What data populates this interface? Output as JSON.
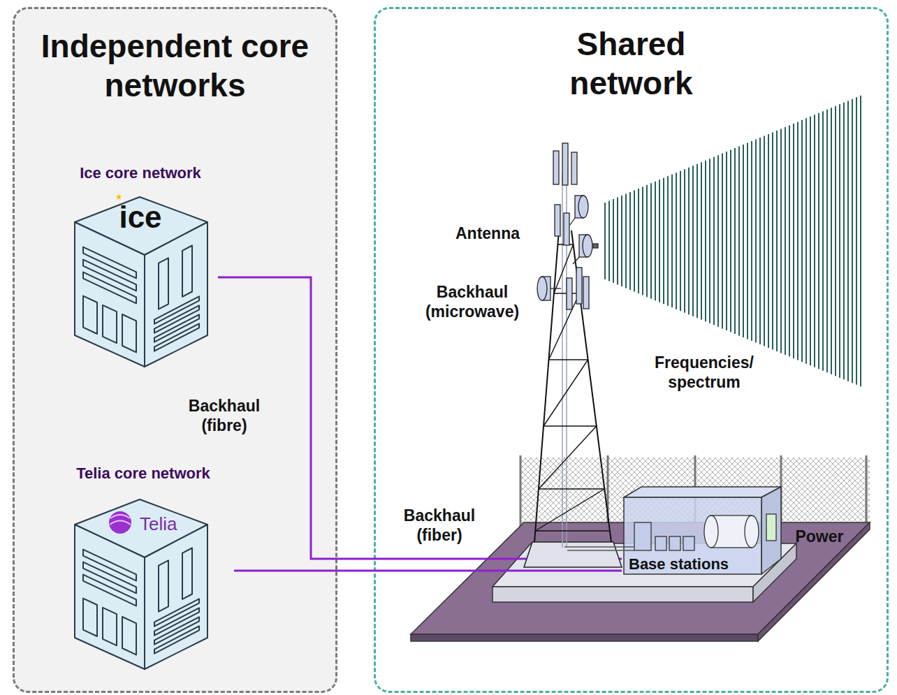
{
  "diagram": {
    "nodes": [
      {
        "text": [
          "Independent core networks"
        ]
      },
      {
        "text": [
          "Ice core network",
          "ice"
        ],
        "in": 0
      },
      {
        "text": [
          "Telia core network",
          "Telia"
        ],
        "in": 0
      },
      {
        "text": [
          "Shared network"
        ]
      },
      {
        "text": [
          "Base stations"
        ],
        "in": 3
      }
    ],
    "edges": [
      {
        "from": 1,
        "to": 4,
        "arrow": "none",
        "label": "Backhaul (fibre)"
      },
      {
        "from": 2,
        "to": 4,
        "arrow": "none",
        "label": "Backhaul (fiber)"
      }
    ],
    "labels": [
      "Antenna",
      "Backhaul (microwave)",
      "Frequencies/ spectrum",
      "Power"
    ]
  }
}
